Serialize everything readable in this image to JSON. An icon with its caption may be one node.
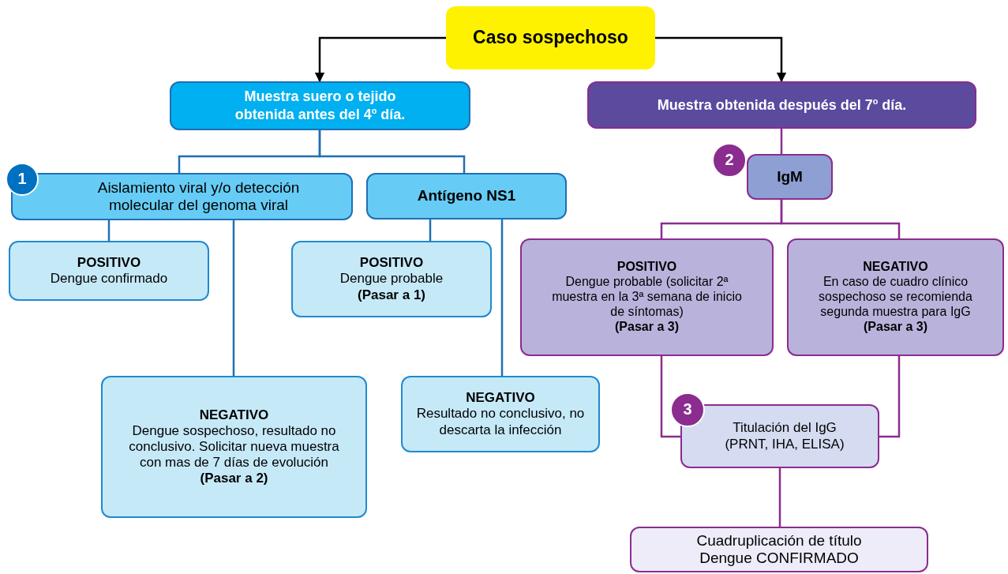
{
  "diagram": {
    "nodes": [
      {
        "text": [
          "Caso sospechoso"
        ]
      },
      {
        "text": [
          "Muestra suero o tejido obtenida antes del 4$^{o}$ día."
        ]
      },
      {
        "text": [
          "Muestra obtenida después del 7$^{o}$ día."
        ]
      },
      {
        "text": [
          "Aislamiento viral y/o detección molecular del genoma viral"
        ]
      },
      {
        "text": [
          "Antígeno NS1"
        ]
      },
      {
        "text": [
          "IgM"
        ]
      },
      {
        "text": [
          "POSITIVO",
          "Dengue confirmado"
        ]
      },
      {
        "text": [
          "POSITIVO",
          "Dengue probable",
          "(Pasar a 1)"
        ]
      },
      {
        "text": [
          "NEGATIVO",
          "Dengue sospechoso, resultado no conclusivo. Solicitar nueva muestra con mas de 7 días de evolución",
          "(Pasar a 2)"
        ]
      },
      {
        "text": [
          "NEGATIVO",
          "Resultado no conclusivo, no descarta la infección"
        ]
      },
      {
        "text": [
          "POSITIVO",
          "Dengue probable (solicitar 2ª muestra en la 3ª semana de inicio de síntomas)",
          "(Pasar a 3)"
        ]
      },
      {
        "text": [
          "NEGATIVO",
          "En caso de cuadro clínico sospechoso se recomienda segunda muestra para IgG",
          "(Pasar a 3)"
        ]
      },
      {
        "text": [
          "Titulación del IgG (PRNT, IHA, ELISA)"
        ]
      },
      {
        "text": [
          "Cuadruplicación de título Dengue CONFIRMADO"
        ]
      },
      {
        "text": [
          "1"
        ]
      },
      {
        "text": [
          "2"
        ]
      },
      {
        "text": [
          "3"
        ]
      }
    ],
    "edges": [
      {
        "from": 0,
        "to": 1,
        "arrow": "to",
        "color": "#000000"
      },
      {
        "from": 0,
        "to": 2,
        "arrow": "to",
        "color": "#000000"
      },
      {
        "from": 1,
        "to": 3,
        "arrow": "none",
        "color": "#1f6fb5"
      },
      {
        "from": 1,
        "to": 4,
        "arrow": "none",
        "color": "#1f6fb5"
      },
      {
        "from": 3,
        "to": 6,
        "arrow": "none",
        "color": "#1f6fb5"
      },
      {
        "from": 3,
        "to": 8,
        "arrow": "none",
        "color": "#1f6fb5"
      },
      {
        "from": 4,
        "to": 7,
        "arrow": "none",
        "color": "#1f6fb5"
      },
      {
        "from": 4,
        "to": 9,
        "arrow": "none",
        "color": "#1f6fb5"
      },
      {
        "from": 2,
        "to": 5,
        "arrow": "none",
        "color": "#8b2c8f"
      },
      {
        "from": 5,
        "to": 10,
        "arrow": "none",
        "color": "#8b2c8f"
      },
      {
        "from": 5,
        "to": 11,
        "arrow": "none",
        "color": "#8b2c8f"
      },
      {
        "from": 10,
        "to": 12,
        "arrow": "none",
        "color": "#8b2c8f"
      },
      {
        "from": 11,
        "to": 12,
        "arrow": "none",
        "color": "#8b2c8f"
      },
      {
        "from": 12,
        "to": 13,
        "arrow": "none",
        "color": "#8b2c8f"
      }
    ]
  }
}
